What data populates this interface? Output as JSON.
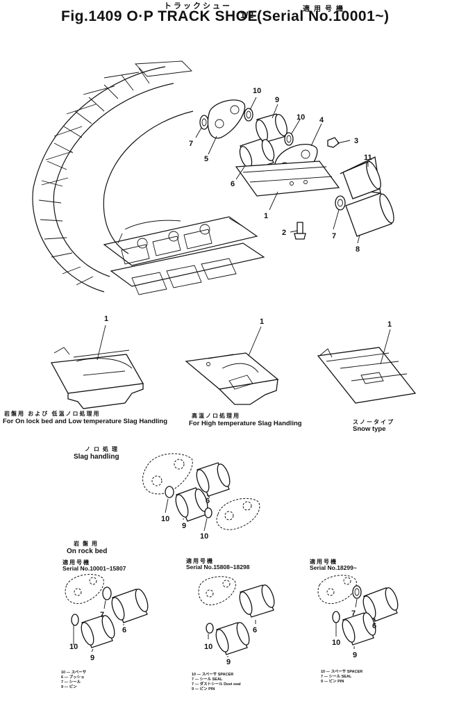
{
  "title": {
    "main": "Fig.1409 O·P TRACK SHOE",
    "fraction": "1/2",
    "serial": "(Serial No.10001~)",
    "kana": "トラックシュー",
    "kana_serial": "適用号機"
  },
  "callouts": {
    "main": [
      "1",
      "2",
      "3",
      "4",
      "5",
      "6",
      "7",
      "7",
      "8",
      "9",
      "10",
      "10",
      "11"
    ],
    "variants": [
      "1",
      "1",
      "1"
    ],
    "slag": [
      "6",
      "9",
      "10",
      "10"
    ],
    "rock_1": [
      "6",
      "7",
      "9",
      "10"
    ],
    "rock_2": [
      "6",
      "9",
      "10"
    ],
    "rock_3": [
      "6",
      "7",
      "9",
      "10"
    ]
  },
  "variants": [
    {
      "jp": "岩盤用 および 低温ノロ処理用",
      "en": "For On lock bed and Low temperature Slag Handling"
    },
    {
      "jp": "高温ノロ処理用",
      "en": "For High temperature Slag Handling"
    },
    {
      "jp": "スノータイプ",
      "en": "Snow type"
    }
  ],
  "slag_section": {
    "jp": "ノロ処理",
    "en": "Slag handling"
  },
  "rock_section": {
    "jp": "岩盤用",
    "en": "On rock bed"
  },
  "rock_columns": [
    {
      "serial_jp": "適用号機",
      "serial": "Serial No.10001~15807",
      "notes": [
        "10 ― スペーサ",
        "6 ― ブッシュ",
        "7 ― シール",
        "9 ― ピン"
      ]
    },
    {
      "serial_jp": "適用号機",
      "serial": "Serial No.15808~18298",
      "notes": [
        "10 ― スペーサ SPACER",
        "7 ― シール SEAL",
        "7 ― ダストシール Dust seal",
        "9 ― ピン PIN"
      ]
    },
    {
      "serial_jp": "適用号機",
      "serial": "Serial No.18299~",
      "notes": [
        "10 ― スペーサ SPACER",
        "7 ― シール SEAL",
        "9 ― ピン PIN"
      ]
    }
  ]
}
